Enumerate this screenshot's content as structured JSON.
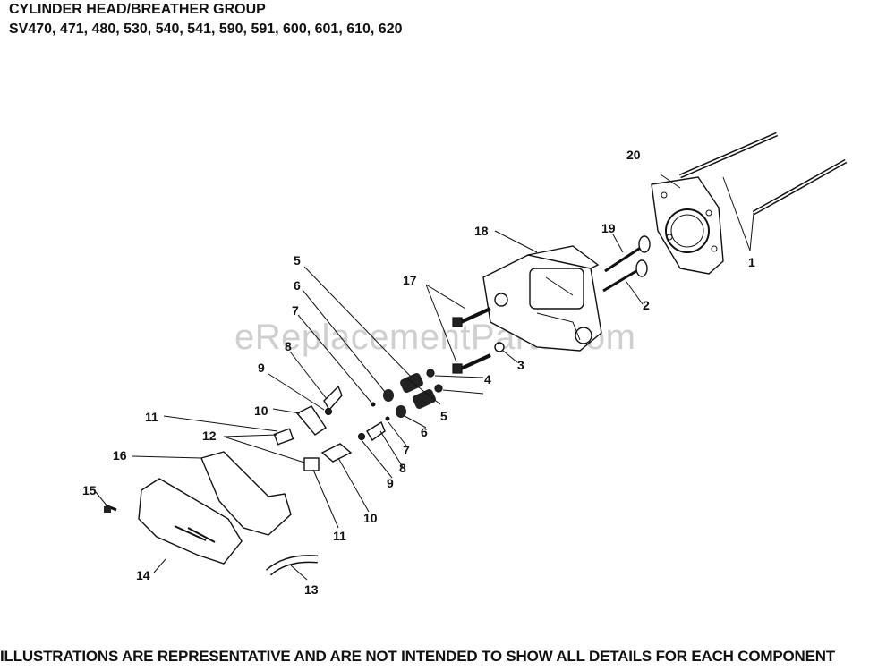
{
  "header": {
    "title": "CYLINDER HEAD/BREATHER GROUP",
    "models": "SV470, 471, 480, 530, 540, 541, 590, 591, 600, 601, 610, 620"
  },
  "watermark": "eReplacementParts.com",
  "footer": "ILLUSTRATIONS ARE REPRESENTATIVE AND ARE NOT INTENDED TO SHOW ALL DETAILS FOR EACH COMPONENT",
  "callouts": {
    "c1": "1",
    "c2": "2",
    "c3": "3",
    "c4": "4",
    "c5a": "5",
    "c5b": "5",
    "c6a": "6",
    "c6b": "6",
    "c7a": "7",
    "c7b": "7",
    "c8a": "8",
    "c8b": "8",
    "c9a": "9",
    "c9b": "9",
    "c10a": "10",
    "c10b": "10",
    "c11a": "11",
    "c11b": "11",
    "c12": "12",
    "c13": "13",
    "c14": "14",
    "c15": "15",
    "c16": "16",
    "c17": "17",
    "c18": "18",
    "c19": "19",
    "c20": "20"
  }
}
